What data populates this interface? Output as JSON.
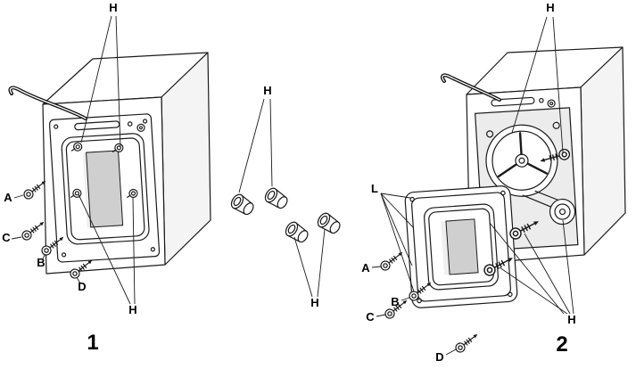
{
  "colors": {
    "line": "#1a1a1a",
    "shade": "#cfcfcf",
    "panel_shade": "#ececec",
    "background": "#ffffff"
  },
  "step1": {
    "number": "1",
    "label_h_top": "H",
    "label_h_bottom": "H",
    "label_a": "A",
    "label_b": "B",
    "label_c": "C",
    "label_d": "D"
  },
  "plugs": {
    "label_h_top": "H",
    "label_h_bottom": "H"
  },
  "step2": {
    "number": "2",
    "label_h_top": "H",
    "label_h_bottom": "H",
    "label_a": "A",
    "label_b": "B",
    "label_c": "C",
    "label_d": "D",
    "label_l": "L"
  }
}
